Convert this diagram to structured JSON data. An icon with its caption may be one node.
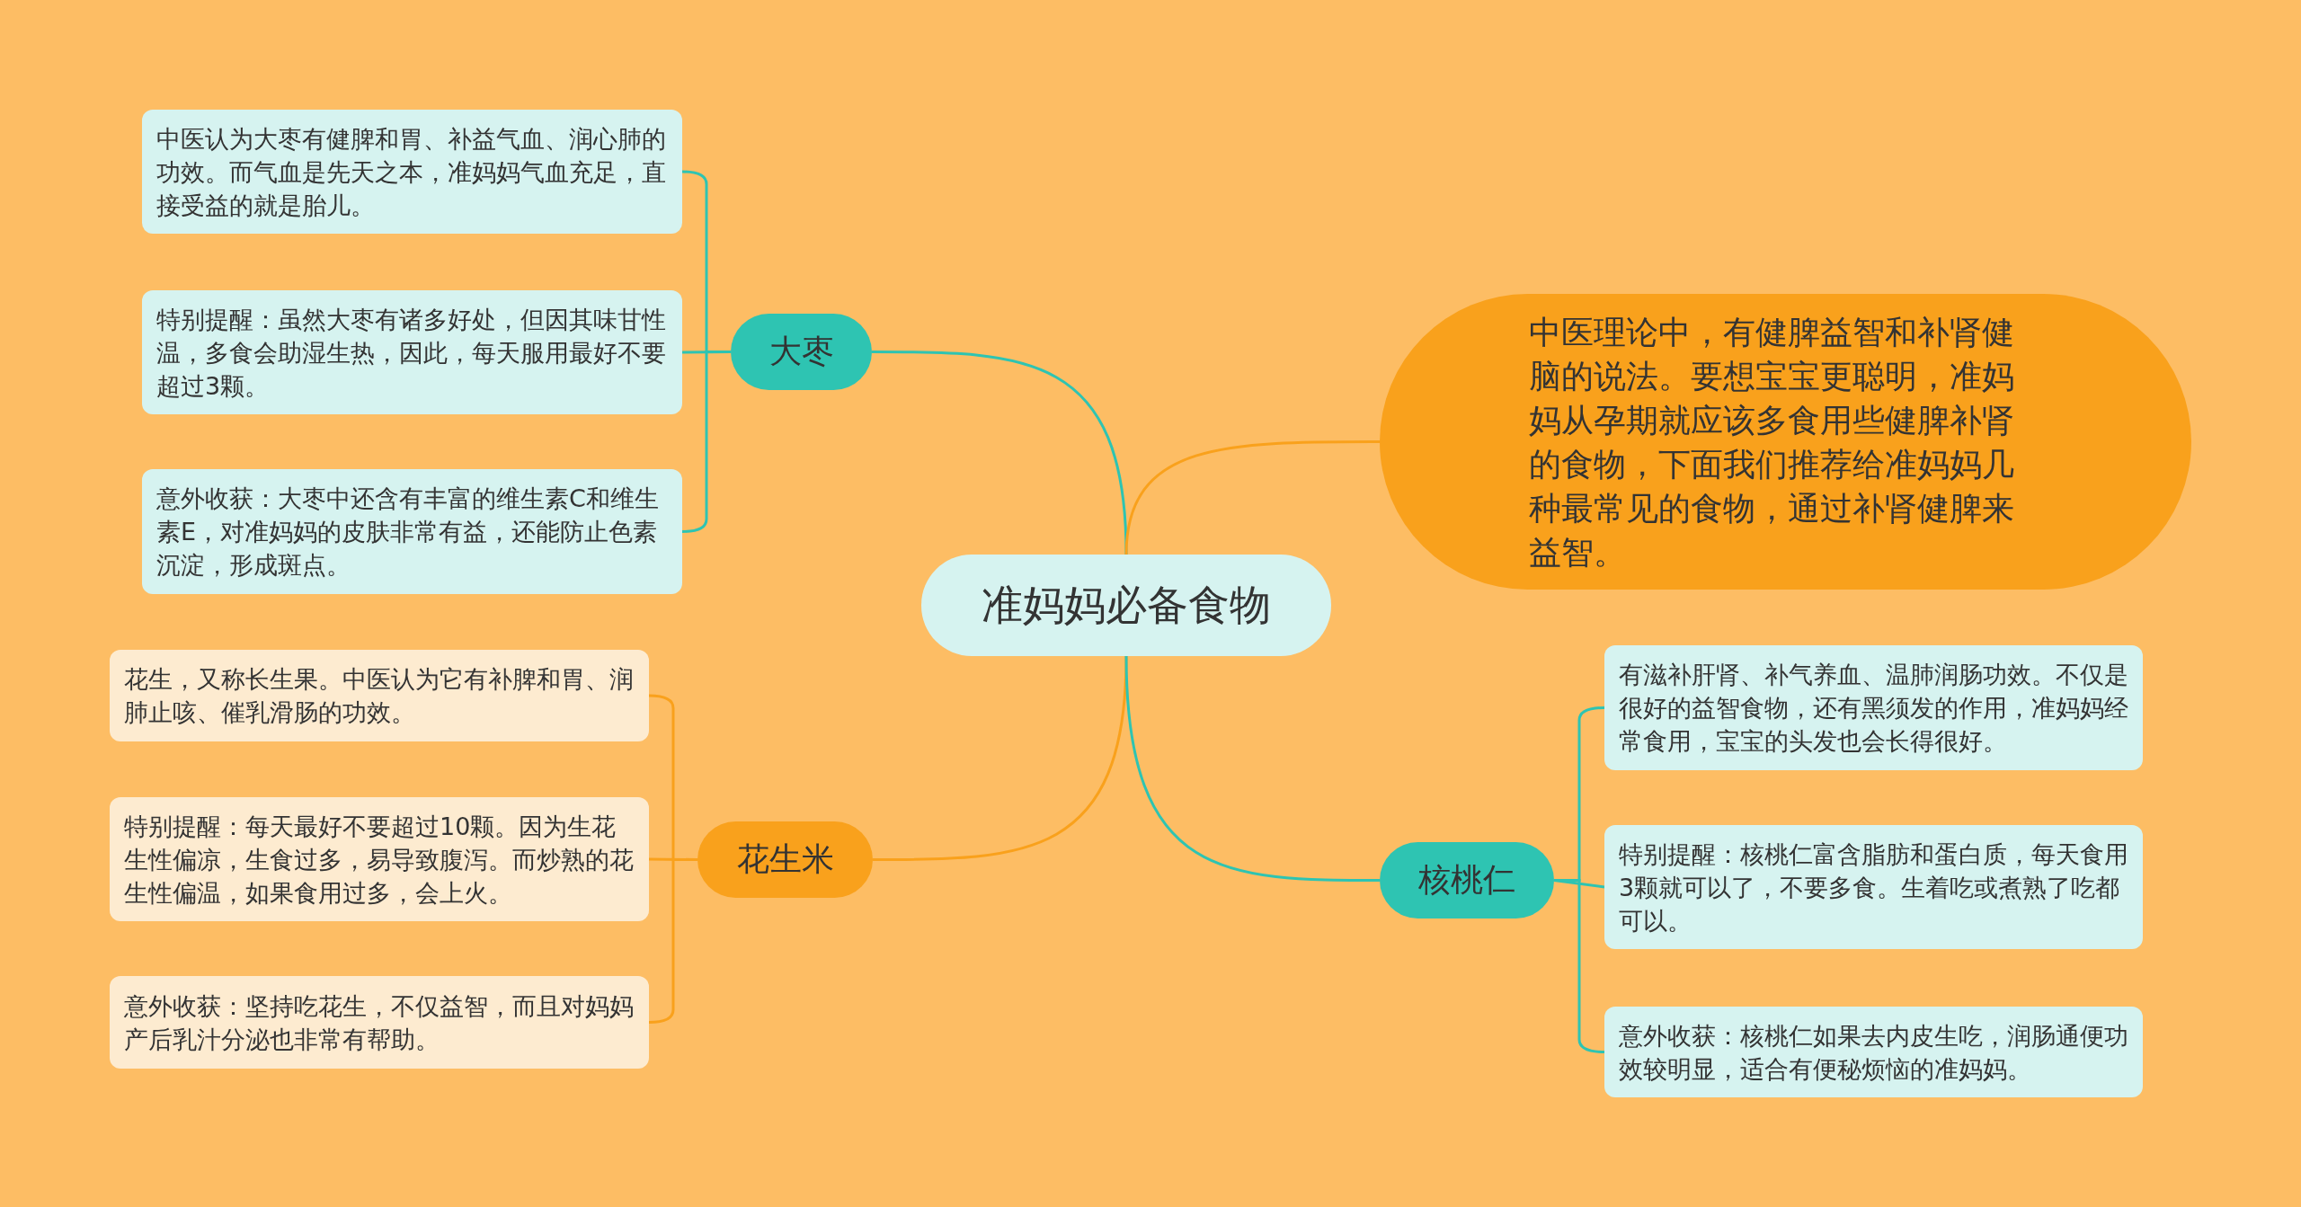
{
  "diagram": {
    "nodes": [
      {
        "text": [
          "准妈妈必备食物"
        ]
      },
      {
        "text": [
          "大枣"
        ]
      },
      {
        "text": [
          "中医认为大枣有健脾和胃、补益气血、润心肺的功效。而气血是先天之本，准妈妈气血充足，直接受益的就是胎儿。"
        ]
      },
      {
        "text": [
          "特别提醒：虽然大枣有诸多好处，但因其味甘性温，多食会助湿生热，因此，每天服用最好不要超过3颗。"
        ]
      },
      {
        "text": [
          "意外收获：大枣中还含有丰富的维生素C和维生素E，对准妈妈的皮肤非常有益，还能防止色素沉淀，形成斑点。"
        ]
      },
      {
        "text": [
          "花生米"
        ]
      },
      {
        "text": [
          "花生，又称长生果。中医认为它有补脾和胃、润肺止咳、催乳滑肠的功效。"
        ]
      },
      {
        "text": [
          "特别提醒：每天最好不要超过10颗。因为生花生性偏凉，生食过多，易导致腹泻。而炒熟的花生性偏温，如果食用过多，会上火。"
        ]
      },
      {
        "text": [
          "意外收获：坚持吃花生，不仅益智，而且对妈妈产后乳汁分泌也非常有帮助。"
        ]
      },
      {
        "text": [
          "中医理论中，有健脾益智和补肾健脑的说法。要想宝宝更聪明，准妈妈从孕期就应该多食用些健脾补肾的食物，下面我们推荐给准妈妈几种最常见的食物，通过补肾健脾来益智。"
        ]
      },
      {
        "text": [
          "核桃仁"
        ]
      },
      {
        "text": [
          "有滋补肝肾、补气养血、温肺润肠功效。不仅是很好的益智食物，还有黑须发的作用，准妈妈经常食用，宝宝的头发也会长得很好。"
        ]
      },
      {
        "text": [
          "特别提醒：核桃仁富含脂肪和蛋白质，每天食用3颗就可以了，不要多食。生着吃或煮熟了吃都可以。"
        ]
      },
      {
        "text": [
          "意外收获：核桃仁如果去内皮生吃，润肠通便功效较明显，适合有便秘烦恼的准妈妈。"
        ]
      }
    ],
    "edges": [
      {
        "from": 0,
        "to": 1,
        "arrow": "none"
      },
      {
        "from": 1,
        "to": 2,
        "arrow": "none"
      },
      {
        "from": 1,
        "to": 3,
        "arrow": "none"
      },
      {
        "from": 1,
        "to": 4,
        "arrow": "none"
      },
      {
        "from": 0,
        "to": 5,
        "arrow": "none",
        "color": "#f9a11c"
      },
      {
        "from": 5,
        "to": 6,
        "arrow": "none",
        "color": "#f9a11c"
      },
      {
        "from": 5,
        "to": 7,
        "arrow": "none",
        "color": "#f9a11c"
      },
      {
        "from": 5,
        "to": 8,
        "arrow": "none",
        "color": "#f9a11c"
      },
      {
        "from": 0,
        "to": 9,
        "arrow": "none",
        "color": "#f9a11c"
      },
      {
        "from": 0,
        "to": 10,
        "arrow": "none"
      },
      {
        "from": 10,
        "to": 11,
        "arrow": "none"
      },
      {
        "from": 10,
        "to": 12,
        "arrow": "none"
      },
      {
        "from": 10,
        "to": 13,
        "arrow": "none"
      }
    ]
  }
}
